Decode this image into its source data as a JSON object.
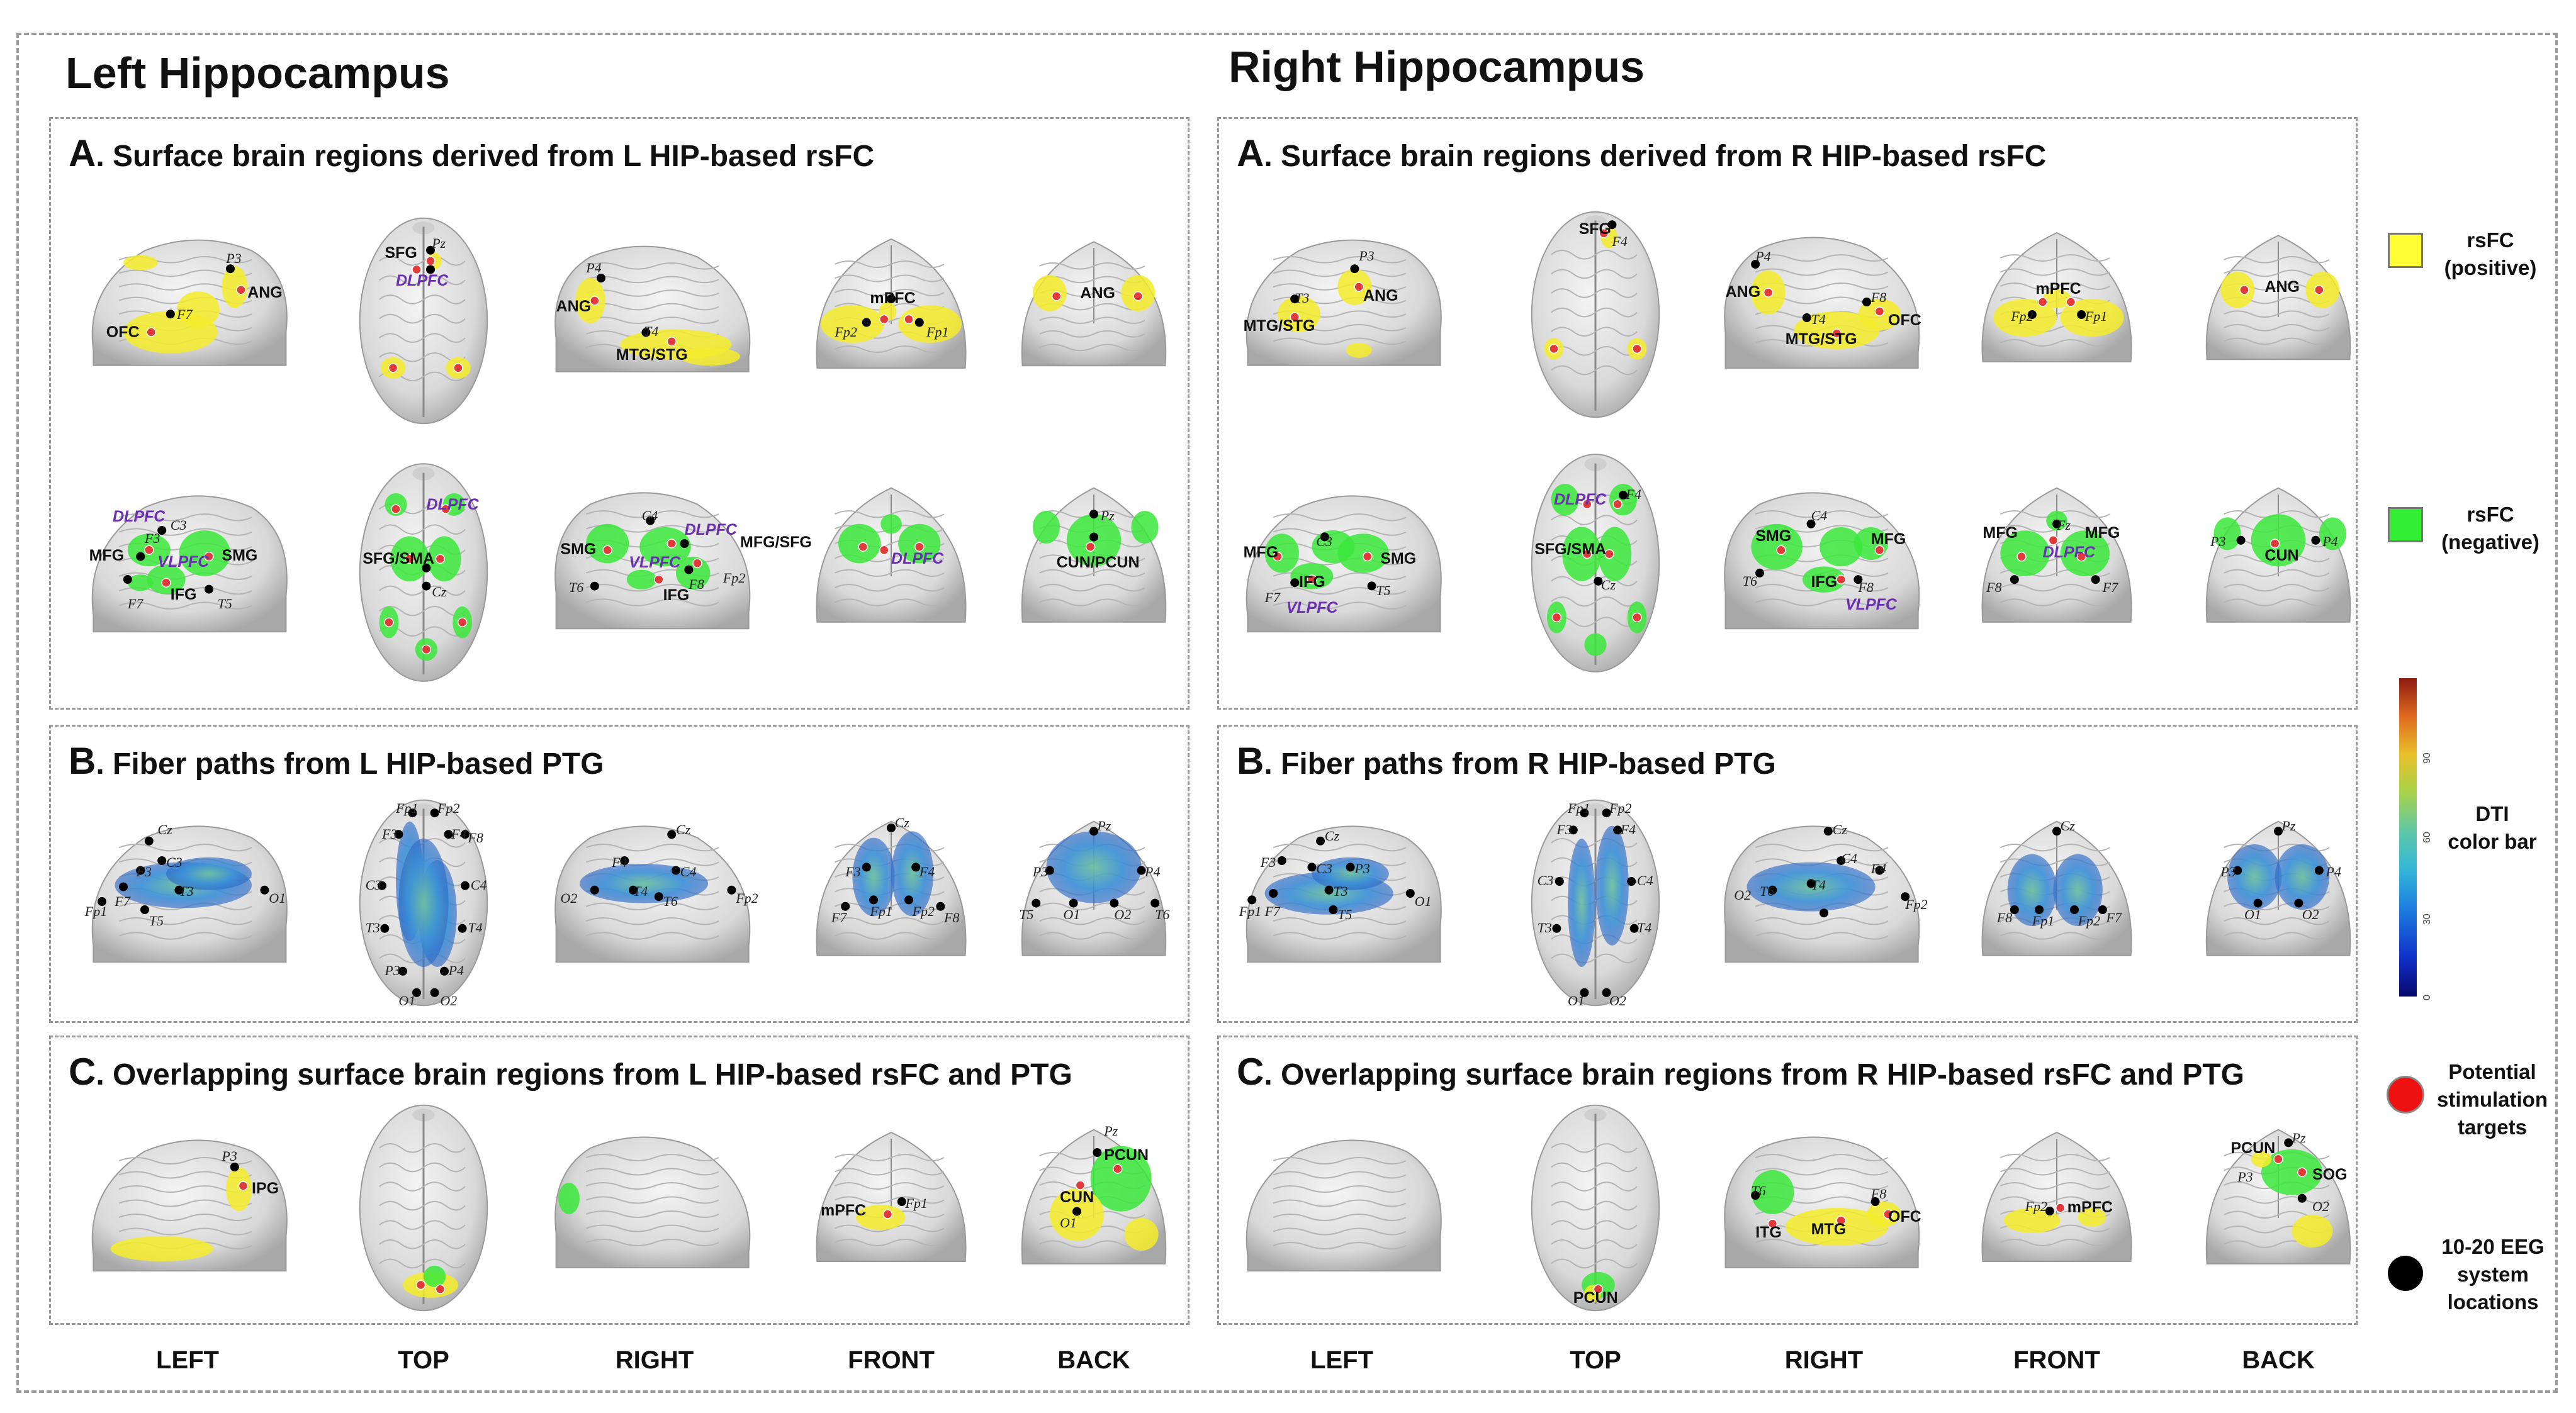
{
  "hemispheres": {
    "left": {
      "title": "Left Hippocampus",
      "panel_a": {
        "letter": "A",
        "title": ". Surface brain regions derived from L HIP-based rsFC"
      },
      "panel_b": {
        "letter": "B",
        "title": ". Fiber paths from L HIP-based PTG"
      },
      "panel_c": {
        "letter": "C",
        "title": ". Overlapping surface brain regions from L HIP-based rsFC and PTG"
      }
    },
    "right": {
      "title": "Right Hippocampus",
      "panel_a": {
        "letter": "A",
        "title": ". Surface brain regions derived from R HIP-based rsFC"
      },
      "panel_b": {
        "letter": "B",
        "title": ". Fiber paths from R HIP-based PTG"
      },
      "panel_c": {
        "letter": "C",
        "title": ". Overlapping surface brain regions from R HIP-based rsFC and PTG"
      }
    }
  },
  "views": [
    "LEFT",
    "TOP",
    "RIGHT",
    "FRONT",
    "BACK"
  ],
  "legend": {
    "positive": {
      "line1": "rsFC",
      "line2": "(positive)",
      "color": "#ffff33"
    },
    "negative": {
      "line1": "rsFC",
      "line2": "(negative)",
      "color": "#33ee33"
    },
    "dti": {
      "line1": "DTI",
      "line2": "color bar",
      "ticks": [
        "0",
        "30",
        "60",
        "90"
      ]
    },
    "targets": {
      "line1": "Potential",
      "line2": "stimulation",
      "line3": "targets",
      "color": "#ee1111"
    },
    "eeg": {
      "line1": "10-20 EEG",
      "line2": "system",
      "line3": "locations",
      "color": "#000000"
    }
  },
  "labels": {
    "LA_pos": [
      "P3",
      "ANG",
      "OFC",
      "F7",
      "SFG",
      "Pz",
      "DLPFC",
      "P4",
      "ANG",
      "T4",
      "MTG/STG",
      "mPFC",
      "Fp2",
      "Fp1",
      "ANG"
    ],
    "LA_neg": [
      "DLPFC",
      "F3",
      "C3",
      "MFG",
      "VLPFC",
      "SMG",
      "IFG",
      "F7",
      "T5",
      "DLPFC",
      "SFG/SMA",
      "Cz",
      "C4",
      "DLPFC",
      "SMG",
      "VLPFC",
      "IFG",
      "F8",
      "Fp2",
      "T6",
      "MFG/SFG",
      "DLPFC",
      "Pz",
      "CUN/PCUN"
    ],
    "LB": [
      "Cz",
      "C3",
      "F3",
      "F7",
      "Fp1",
      "T3",
      "T5",
      "O1",
      "Fp1",
      "Fp2",
      "F3",
      "F4",
      "F8",
      "C3",
      "C4",
      "T3",
      "T4",
      "P3",
      "P4",
      "O1",
      "O2",
      "Cz",
      "F4",
      "C4",
      "T4",
      "T6",
      "O2",
      "Fp2",
      "Cz",
      "F3",
      "F4",
      "Fp1",
      "Fp2",
      "F7",
      "F8",
      "Pz",
      "P3",
      "P4",
      "O1",
      "O2",
      "T5",
      "T6"
    ],
    "LC": [
      "P3",
      "IPG",
      "PCUN",
      "Pz",
      "CUN",
      "O1",
      "mPFC",
      "Fp1"
    ],
    "RA_pos": [
      "P3",
      "ANG",
      "T3",
      "MTG/STG",
      "SFG",
      "F4",
      "P4",
      "ANG",
      "T4",
      "F8",
      "MTG/STG",
      "OFC",
      "mPFC",
      "Fp2",
      "Fp1",
      "ANG"
    ],
    "RA_neg": [
      "MFG",
      "C3",
      "SMG",
      "IFG",
      "F7",
      "T5",
      "VLPFC",
      "DLPFC",
      "F4",
      "SFG/SMA",
      "Cz",
      "SMG",
      "C4",
      "MFG",
      "T6",
      "IFG",
      "F8",
      "VLPFC",
      "MFG",
      "Fz",
      "MFG",
      "DLPFC",
      "F8",
      "F7",
      "P3",
      "P4",
      "CUN"
    ],
    "RB": [
      "Cz",
      "F3",
      "C3",
      "P3",
      "Fp1",
      "F7",
      "T3",
      "T5",
      "O1",
      "Fp1",
      "Fp2",
      "F3",
      "F4",
      "C3",
      "C4",
      "T3",
      "T4",
      "O1",
      "O2",
      "Cz",
      "C4",
      "F4",
      "T4",
      "T6",
      "O2",
      "Fp2",
      "Cz",
      "Fp1",
      "Fp2",
      "F8",
      "F7",
      "Pz",
      "P3",
      "P4",
      "O1",
      "O2"
    ],
    "RC": [
      "T6",
      "F8",
      "OFC",
      "ITG",
      "MTG",
      "PCUN",
      "Fp2",
      "mPFC",
      "Pz",
      "PCUN",
      "P3",
      "SOG",
      "O2"
    ]
  }
}
